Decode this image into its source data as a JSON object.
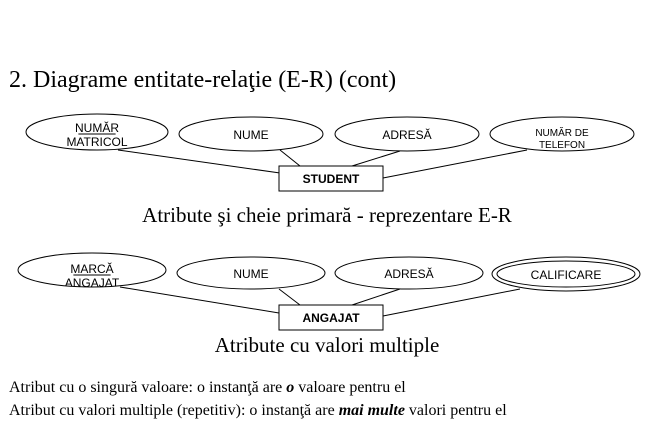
{
  "title": "2. Diagrame entitate-relaţie (E-R) (cont)",
  "diagram_1": {
    "entity": "STUDENT",
    "attributes": [
      {
        "label": "NUMĂR MATRICOL",
        "primary_key": true,
        "multivalued": false
      },
      {
        "label": "NUME",
        "primary_key": false,
        "multivalued": false
      },
      {
        "label": "ADRESĂ",
        "primary_key": false,
        "multivalued": false
      },
      {
        "label": "NUMĂR DE TELEFON",
        "primary_key": false,
        "multivalued": false
      }
    ],
    "caption": "Atribute şi cheie primară - reprezentare E-R"
  },
  "diagram_2": {
    "entity": "ANGAJAT",
    "attributes": [
      {
        "label": "MARCĂ ANGAJAT",
        "primary_key": true,
        "multivalued": false
      },
      {
        "label": "NUME",
        "primary_key": false,
        "multivalued": false
      },
      {
        "label": "ADRESĂ",
        "primary_key": false,
        "multivalued": false
      },
      {
        "label": "CALIFICARE",
        "primary_key": false,
        "multivalued": true
      }
    ],
    "caption": "Atribute cu valori multiple"
  },
  "definitions": {
    "single_prefix": "Atribut cu o singură valoare: o instanţă are ",
    "single_emph": "o",
    "single_suffix": " valoare pentru el",
    "multi_prefix": "Atribut cu valori multiple (repetitiv): o instanţă are ",
    "multi_emph": "mai multe",
    "multi_suffix": " valori pentru el"
  }
}
